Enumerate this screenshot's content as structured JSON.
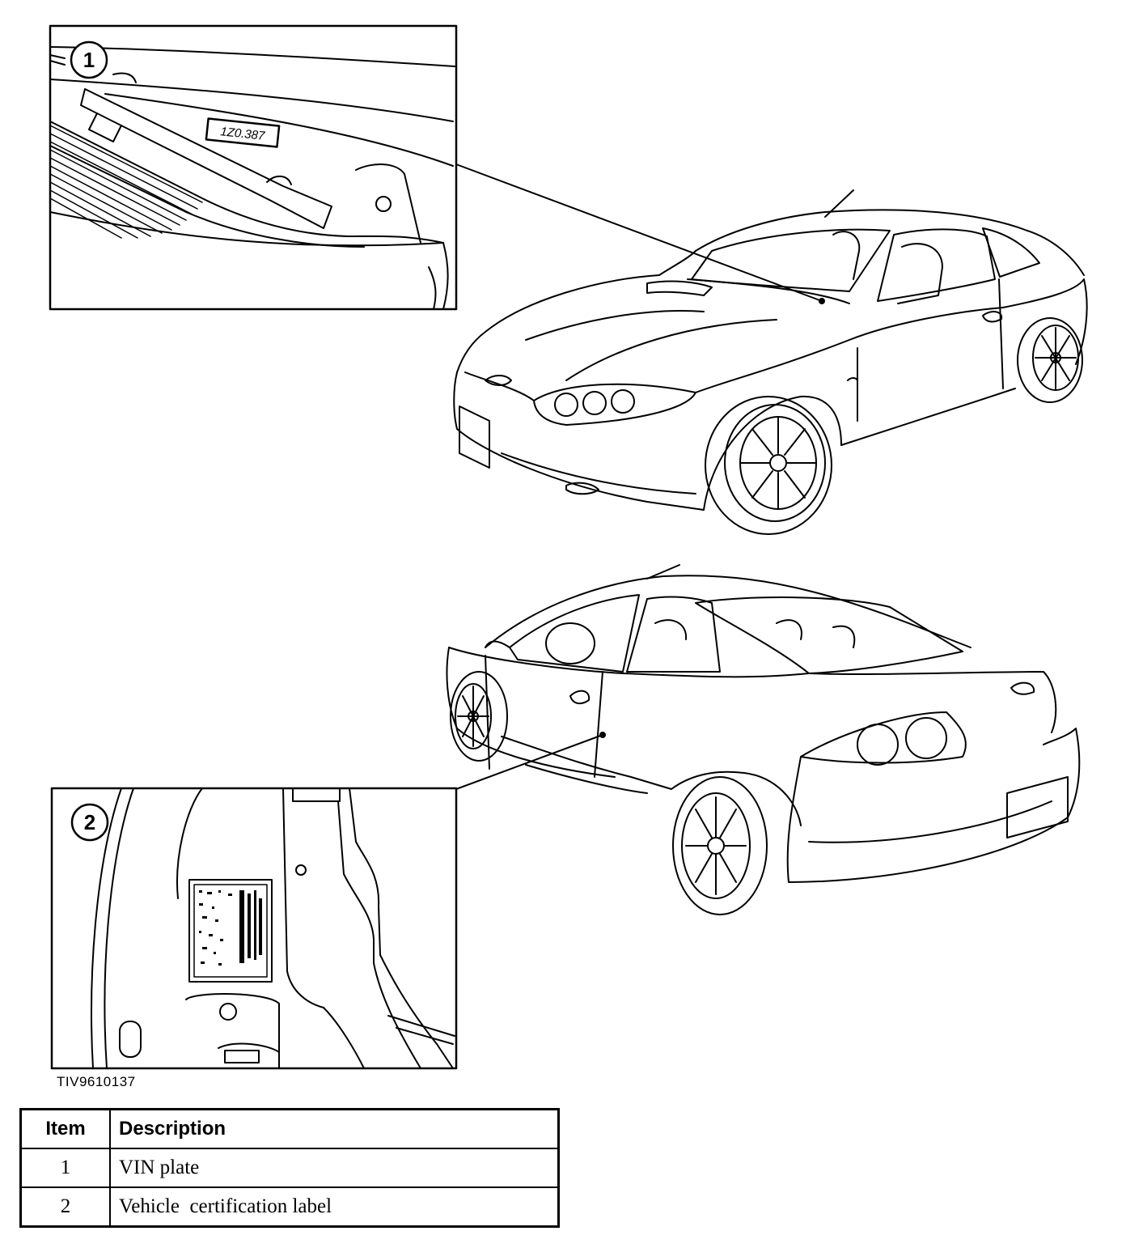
{
  "callouts": [
    {
      "number": "1"
    },
    {
      "number": "2"
    }
  ],
  "vin_plate_marking": "1Z0.387",
  "figure_code": "TIV9610137",
  "legend": {
    "headers": {
      "item": "Item",
      "description": "Description"
    },
    "rows": [
      {
        "item": "1",
        "description": "VIN plate"
      },
      {
        "item": "2",
        "description": "Vehicle  certification label"
      }
    ]
  }
}
